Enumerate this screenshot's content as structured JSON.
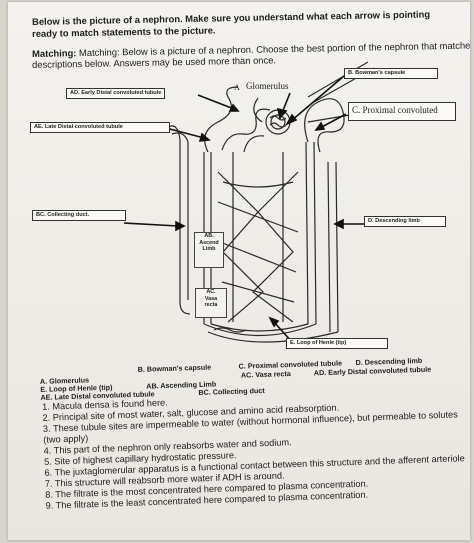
{
  "header": {
    "line1": "Below is the picture of a nephron. Make sure you understand what each arrow is pointing",
    "line2": "ready to match statements to the picture.",
    "line3": "Matching: Below is a picture of a nephron. Choose the best portion of the nephron that matches the",
    "line4": "descriptions below. Answers may be used more than once."
  },
  "labels": {
    "ad": "AD. Early Distal convoluted tubule",
    "a": "A",
    "glomerulus": "Glomerulus",
    "b": "B. Bowman's capsule",
    "c": "C. Proximal convoluted",
    "ae": "AE. Late Distal convoluted tubule",
    "bc": "BC. Collecting duct.",
    "d": "D. Descending limb",
    "ab_line1": "AB.",
    "ab_line2": "Ascend",
    "ab_line3": "Limb",
    "ac_line1": "AC.",
    "ac_line2": "Vasa",
    "ac_line3": "recta",
    "e": "E. Loop of Henle (tip)"
  },
  "options": {
    "a": "A. Glomerulus",
    "b": "B. Bowman's capsule",
    "c": "C. Proximal convoluted tubule",
    "d": "D. Descending limb",
    "e": "E. Loop of Henle (tip)",
    "ab": "AB. Ascending Limb",
    "ac": "AC. Vasa recta",
    "ad": "AD. Early Distal convoluted tubule",
    "ae": "AE. Late Distal convoluted tubule",
    "bc": "BC. Collecting duct"
  },
  "statements": [
    "1.  Macula densa is found here.",
    "2.  Principal site of most water, salt, glucose and amino acid reabsorption.",
    "3.  These tubule sites are impermeable to water (without hormonal influence), but permeable to solutes",
    "     (two apply)",
    "4.  This part of the nephron only reabsorbs water and sodium.",
    "5.  Site of highest capillary hydrostatic pressure.",
    "6.  The juxtaglomerular apparatus is a functional contact between this structure and the afferent arteriole",
    "7.  This structure will reabsorb more water if ADH is around.",
    "8.  The filtrate is the most concentrated here compared to plasma concentration.",
    "9.  The filtrate is the least concentrated here compared to plasma concentration."
  ]
}
